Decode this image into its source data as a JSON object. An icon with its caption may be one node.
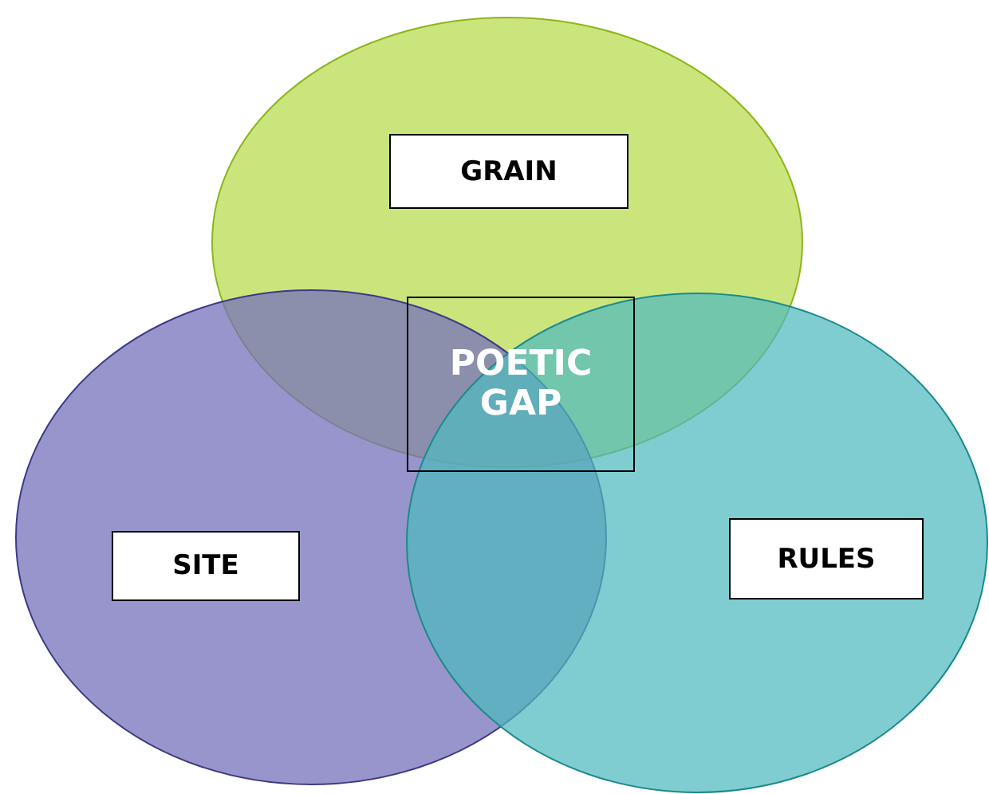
{
  "diagram": {
    "nodes": [
      {
        "text": [],
        "shape": "ellipse"
      },
      {
        "text": [
          "GRAIN"
        ],
        "in": 0
      },
      {
        "text": [],
        "shape": "ellipse"
      },
      {
        "text": [
          "SITE"
        ],
        "in": 2
      },
      {
        "text": [],
        "shape": "ellipse"
      },
      {
        "text": [
          "RULES"
        ],
        "in": 4
      },
      {
        "text": [
          "POETIC GAP"
        ]
      }
    ],
    "edges": []
  }
}
